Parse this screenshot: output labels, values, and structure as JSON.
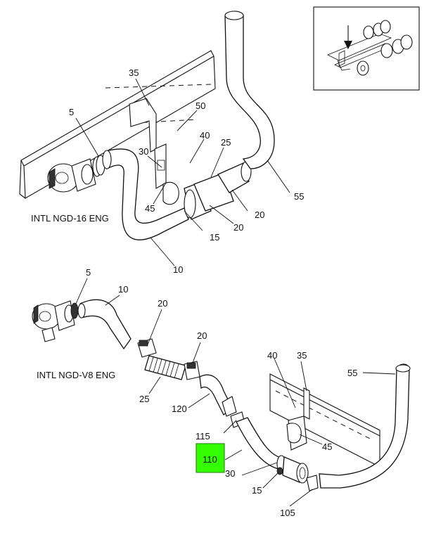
{
  "engines": {
    "top": "INTL NGD-16 ENG",
    "bottom": "INTL NGD-V8 ENG"
  },
  "callouts_top": {
    "c5": "5",
    "c35": "35",
    "c50": "50",
    "c40": "40",
    "c30": "30",
    "c25": "25",
    "c45": "45",
    "c15": "15",
    "c20a": "20",
    "c20b": "20",
    "c10": "10",
    "c55": "55"
  },
  "callouts_bottom": {
    "c5": "5",
    "c10": "10",
    "c20a": "20",
    "c20b": "20",
    "c25": "25",
    "c120": "120",
    "c40": "40",
    "c35": "35",
    "c55": "55",
    "c115": "115",
    "c45": "45",
    "c110": "110",
    "c30": "30",
    "c15": "15",
    "c105": "105"
  },
  "highlight": {
    "label": "110",
    "color": "#33ff00"
  }
}
